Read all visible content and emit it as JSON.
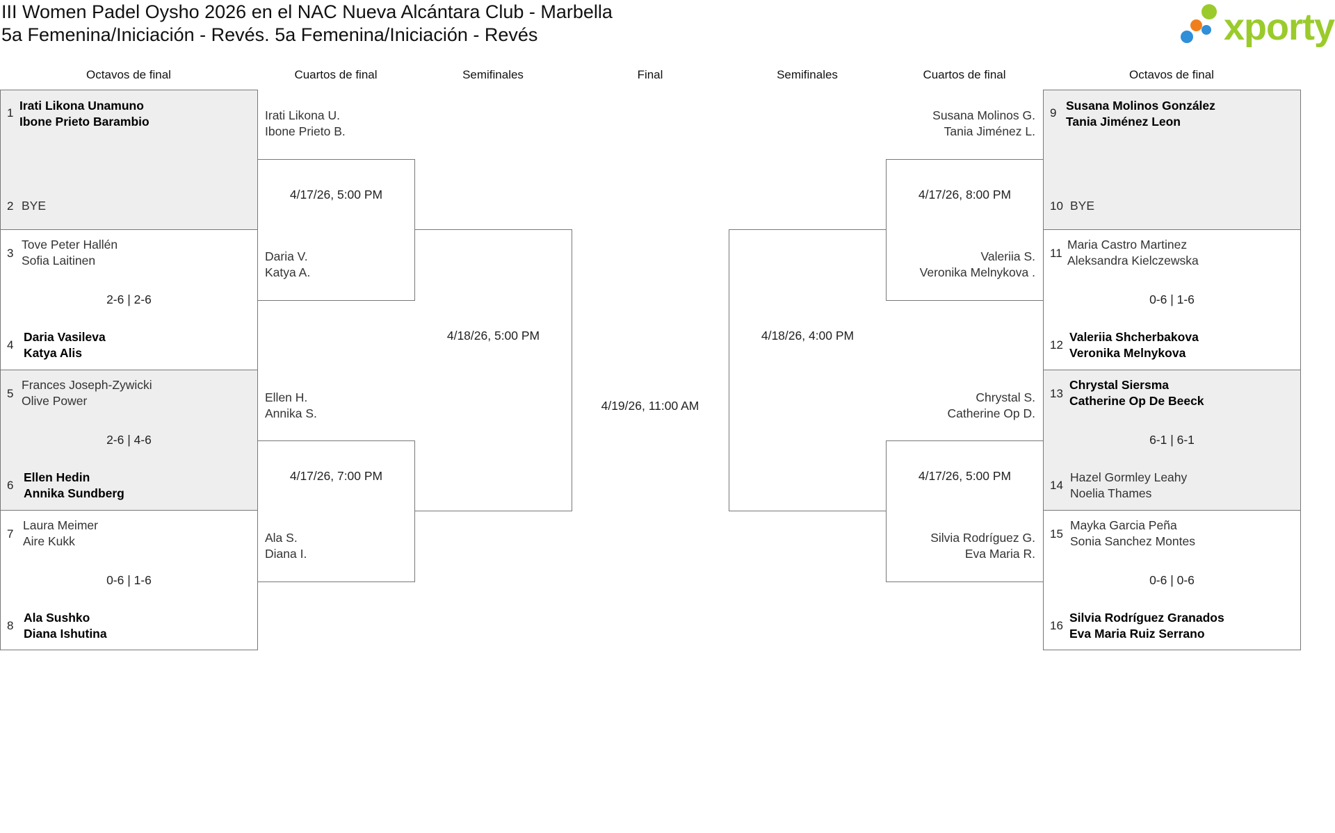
{
  "header": {
    "title_line1": "III Women Padel Oysho 2026 en el NAC Nueva Alcántara Club - Marbella",
    "title_line2": "5a Femenina/Iniciación - Revés. 5a Femenina/Iniciación - Revés",
    "logo_text": "xporty",
    "logo_colors": [
      "#9acb2b",
      "#2f8fd8",
      "#f07f1b"
    ]
  },
  "rounds": {
    "left_r16": "Octavos de final",
    "left_qf": "Cuartos de final",
    "left_sf": "Semifinales",
    "final": "Final",
    "right_sf": "Semifinales",
    "right_qf": "Cuartos de final",
    "right_r16": "Octavos de final"
  },
  "left_r16": [
    {
      "top_seed": "1",
      "top_l1": "Irati Likona Unamuno",
      "top_l2": "Ibone Prieto Barambio",
      "score": "",
      "bot_seed": "2",
      "bot_l1": "BYE",
      "bot_l2": ""
    },
    {
      "top_seed": "3",
      "top_l1": "Tove Peter Hallén",
      "top_l2": "Sofia Laitinen",
      "score": "2-6 | 2-6",
      "bot_seed": "4",
      "bot_l1": "Daria Vasileva",
      "bot_l2": "Katya Alis"
    },
    {
      "top_seed": "5",
      "top_l1": "Frances Joseph-Zywicki",
      "top_l2": "Olive Power",
      "score": "2-6 | 4-6",
      "bot_seed": "6",
      "bot_l1": "Ellen Hedin",
      "bot_l2": "Annika Sundberg"
    },
    {
      "top_seed": "7",
      "top_l1": "Laura Meimer",
      "top_l2": "Aire Kukk",
      "score": "0-6 | 1-6",
      "bot_seed": "8",
      "bot_l1": "Ala Sushko",
      "bot_l2": "Diana Ishutina"
    }
  ],
  "right_r16": [
    {
      "top_seed": "9",
      "top_l1": "Susana Molinos González",
      "top_l2": "Tania Jiménez Leon",
      "score": "",
      "bot_seed": "10",
      "bot_l1": "BYE",
      "bot_l2": ""
    },
    {
      "top_seed": "11",
      "top_l1": "Maria Castro Martinez",
      "top_l2": "Aleksandra Kielczewska",
      "score": "0-6 | 1-6",
      "bot_seed": "12",
      "bot_l1": "Valeriia Shcherbakova",
      "bot_l2": "Veronika Melnykova"
    },
    {
      "top_seed": "13",
      "top_l1": "Chrystal Siersma",
      "top_l2": "Catherine Op De Beeck",
      "score": "6-1 | 6-1",
      "bot_seed": "14",
      "bot_l1": "Hazel Gormley Leahy",
      "bot_l2": "Noelia Thames"
    },
    {
      "top_seed": "15",
      "top_l1": "Mayka Garcia Peña",
      "top_l2": "Sonia Sanchez Montes",
      "score": "0-6 | 0-6",
      "bot_seed": "16",
      "bot_l1": "Silvia Rodríguez Granados",
      "bot_l2": "Eva Maria Ruiz Serrano"
    }
  ],
  "left_qf": [
    {
      "top_l1": "Irati Likona U.",
      "top_l2": "Ibone Prieto B.",
      "time": "4/17/26, 5:00 PM",
      "bot_l1": "Daria V.",
      "bot_l2": "Katya A."
    },
    {
      "top_l1": "Ellen H.",
      "top_l2": "Annika S.",
      "time": "4/17/26, 7:00 PM",
      "bot_l1": "Ala S.",
      "bot_l2": "Diana I."
    }
  ],
  "right_qf": [
    {
      "top_l1": "Susana Molinos G.",
      "top_l2": "Tania Jiménez L.",
      "time": "4/17/26, 8:00 PM",
      "bot_l1": "Valeriia S.",
      "bot_l2": "Veronika Melnykova ."
    },
    {
      "top_l1": "Chrystal S.",
      "top_l2": "Catherine Op D.",
      "time": "4/17/26, 5:00 PM",
      "bot_l1": "Silvia Rodríguez G.",
      "bot_l2": "Eva Maria R."
    }
  ],
  "left_sf": {
    "time": "4/18/26, 5:00 PM"
  },
  "right_sf": {
    "time": "4/18/26, 4:00 PM"
  },
  "final": {
    "time": "4/19/26, 11:00 AM"
  }
}
